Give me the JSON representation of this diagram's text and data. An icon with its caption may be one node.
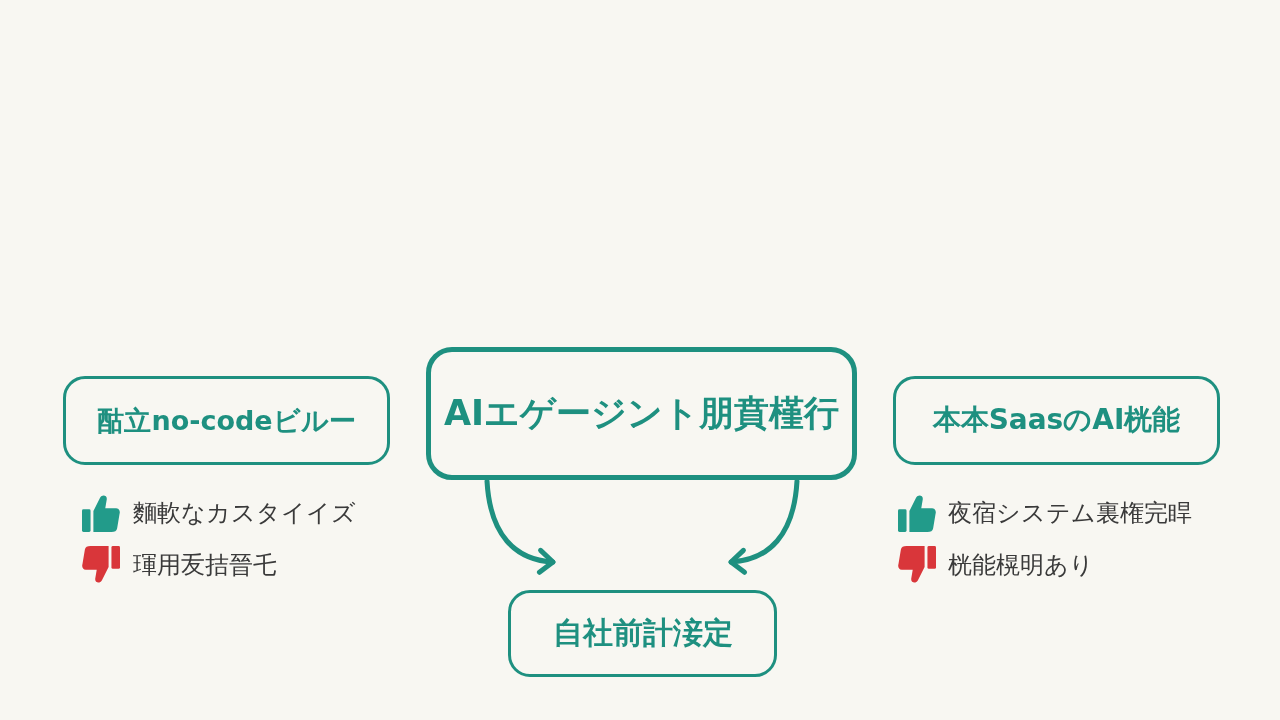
{
  "diagram": {
    "nodes": [
      {
        "text": [
          "酤立no-codeビルー"
        ],
        "beside": [
          "麵軟なカスタイイズ",
          "琿用叐拮晉乇"
        ]
      },
      {
        "text": [
          "AIエゲージント朋賁槿行"
        ]
      },
      {
        "text": [
          "本本SaasのAI桄能"
        ],
        "beside": [
          "夜宿システム裏権完睅",
          "桄能榥明あり"
        ]
      },
      {
        "text": [
          "自社前計淁定"
        ]
      }
    ],
    "edges": [
      {
        "from": 1,
        "to": 3,
        "arrow": "to"
      },
      {
        "from": 1,
        "to": 3,
        "arrow": "to"
      }
    ]
  }
}
